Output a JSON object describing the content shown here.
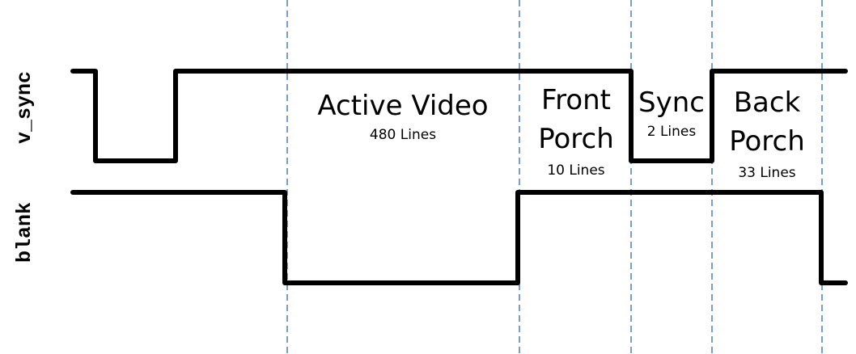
{
  "diagram": {
    "type": "timing-diagram",
    "signals": [
      {
        "name": "v_sync",
        "label": "v_sync"
      },
      {
        "name": "blank",
        "label": "blank"
      }
    ],
    "phases": [
      {
        "id": "active",
        "title_lines": [
          "Active Video"
        ],
        "count": "480 Lines"
      },
      {
        "id": "front",
        "title_lines": [
          "Front",
          "Porch"
        ],
        "count": "10 Lines"
      },
      {
        "id": "sync",
        "title_lines": [
          "Sync"
        ],
        "count": "2 Lines"
      },
      {
        "id": "back",
        "title_lines": [
          "Back",
          "Porch"
        ],
        "count": "33 Lines"
      }
    ],
    "boundaries_x": [
      355,
      642,
      780,
      880,
      1016
    ],
    "colors": {
      "waveform": "#000000",
      "boundary_dash": "#4a7ebb",
      "background": "#ffffff"
    }
  },
  "labels": {
    "vsync": "v_sync",
    "blank": "blank",
    "active_title": "Active Video",
    "active_count": "480 Lines",
    "front_title_1": "Front",
    "front_title_2": "Porch",
    "front_count": "10 Lines",
    "sync_title": "Sync",
    "sync_count": "2 Lines",
    "back_title_1": "Back",
    "back_title_2": "Porch",
    "back_count": "33 Lines"
  }
}
